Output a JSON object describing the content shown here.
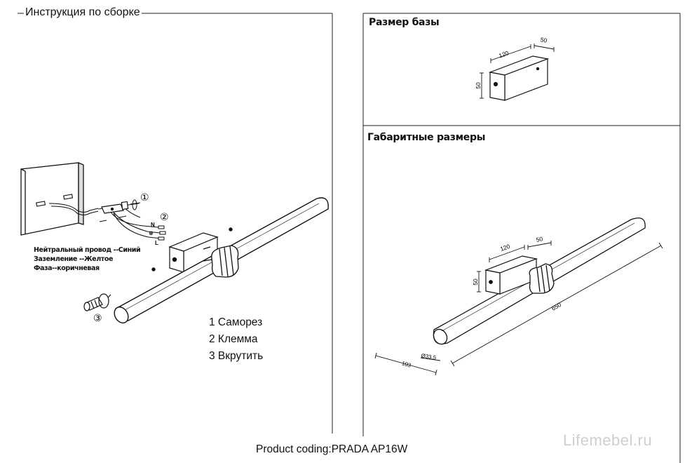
{
  "header": {
    "title": "Инструкция по сборке"
  },
  "base_section": {
    "title": "Размер базы",
    "dims": {
      "length": "120",
      "width": "50",
      "height": "50"
    }
  },
  "overall_section": {
    "title": "Габаритные размеры",
    "dims": {
      "length": "120",
      "width": "50",
      "height": "50",
      "total": "650",
      "diameter": "Ø33.5",
      "offset": "103"
    }
  },
  "install": {
    "wire_labels": [
      "Нейтральный провод --Синий",
      "Заземление --Желтое",
      "Фаза--коричневая"
    ],
    "callouts": [
      "①",
      "②",
      "③"
    ],
    "terminals": [
      "N",
      "⊕",
      "L"
    ],
    "legend": [
      "1 Саморез",
      "2 Клемма",
      "3 Вкрутить"
    ]
  },
  "footer": {
    "product_coding": "Product coding:PRADA AP16W"
  },
  "watermark": "Lifemebel.ru"
}
